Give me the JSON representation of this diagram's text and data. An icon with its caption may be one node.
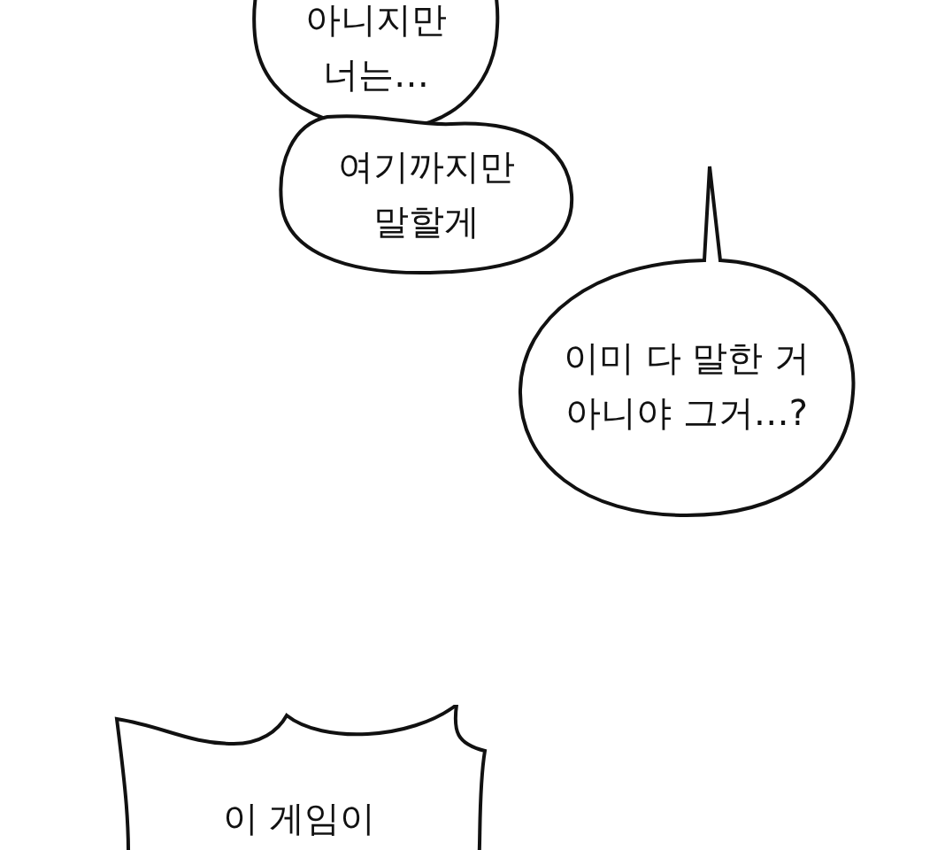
{
  "diagram": {
    "nodes": [
      {
        "text": [
          "아니지만 너는…"
        ]
      },
      {
        "text": [
          "여기까지만 말할게"
        ]
      },
      {
        "text": [
          "이미 다 말한 거 아니야 그거…?"
        ]
      },
      {
        "text": [
          "이 게임이"
        ]
      }
    ]
  }
}
